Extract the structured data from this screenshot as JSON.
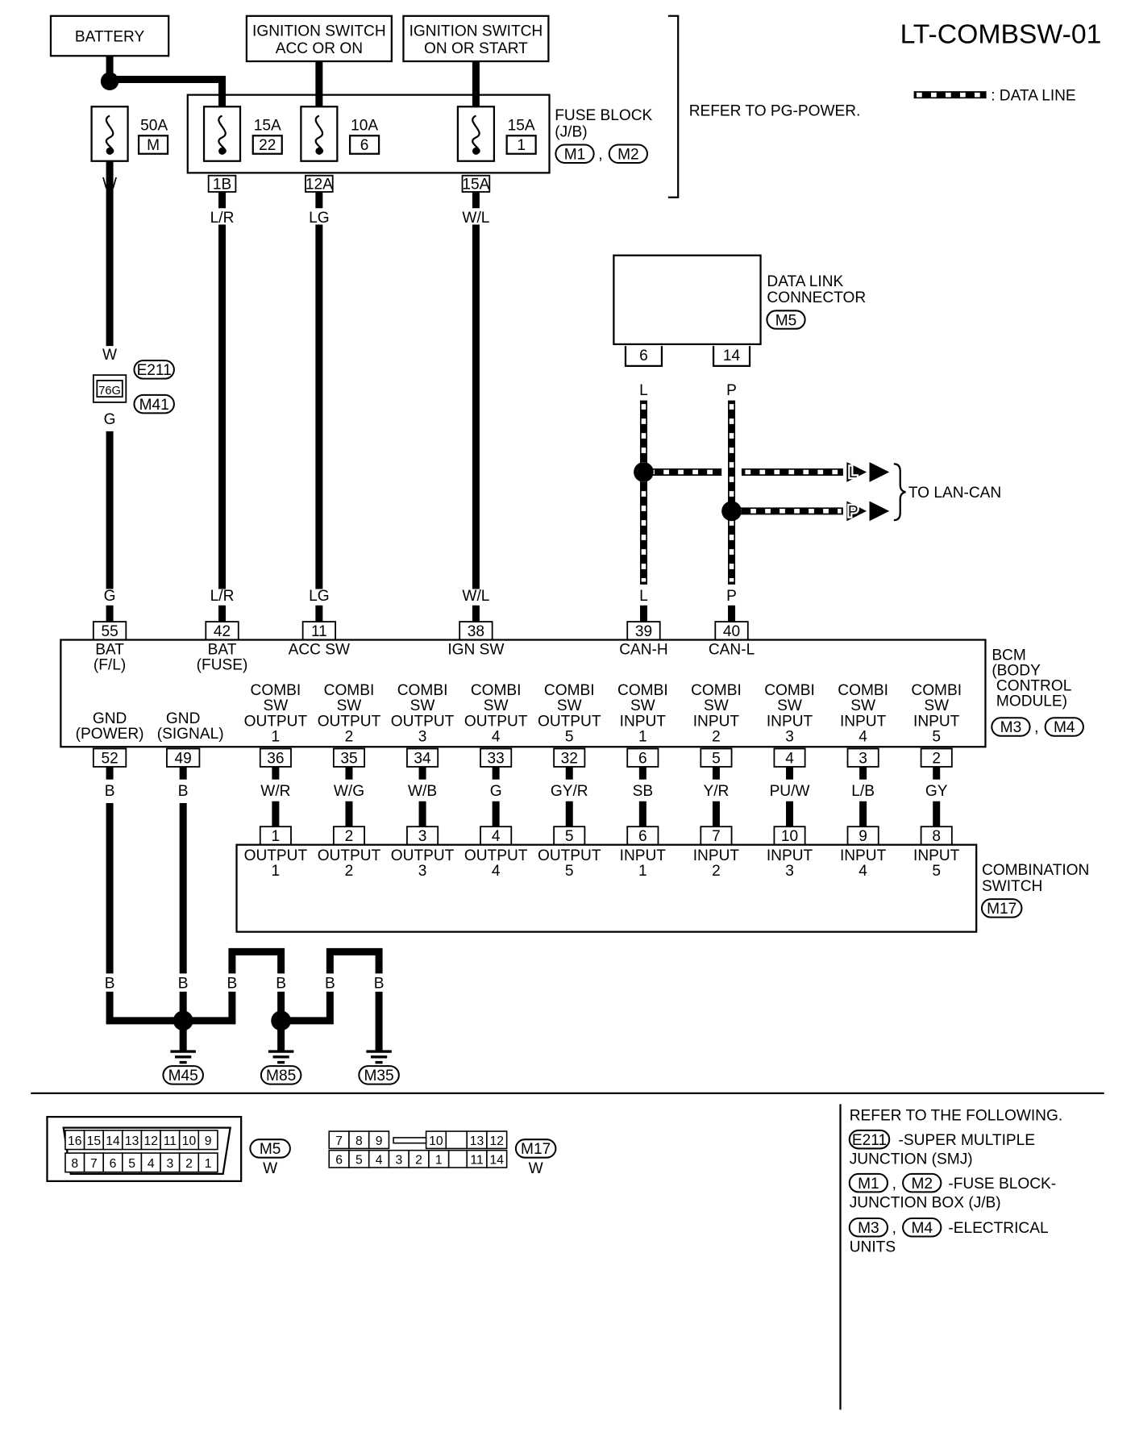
{
  "title": "LT-COMBSW-01",
  "legend": {
    "data_line": ": DATA LINE"
  },
  "power": {
    "battery": "BATTERY",
    "ign_acc": [
      "IGNITION SWITCH",
      "ACC OR ON"
    ],
    "ign_on": [
      "IGNITION SWITCH",
      "ON OR START"
    ],
    "refer": "REFER TO PG-POWER."
  },
  "fuse_block": {
    "label": [
      "FUSE BLOCK",
      "(J/B)"
    ],
    "connectors": [
      "M1",
      "M2"
    ]
  },
  "fuses": [
    {
      "amp": "50A",
      "id": "M",
      "terminal": "",
      "color_top": "W"
    },
    {
      "amp": "15A",
      "id": "22",
      "terminal": "1B",
      "color_top": "L/R"
    },
    {
      "amp": "10A",
      "id": "6",
      "terminal": "12A",
      "color_top": "LG"
    },
    {
      "amp": "15A",
      "id": "1",
      "terminal": "15A",
      "color_top": "W/L"
    }
  ],
  "smj": {
    "terminal": "76G",
    "connectors": [
      "E211",
      "M41"
    ],
    "color_in": "W",
    "color_out": "G"
  },
  "data_link": {
    "label": [
      "DATA LINK",
      "CONNECTOR"
    ],
    "connector": "M5",
    "pins": [
      "6",
      "14"
    ],
    "colors": [
      "L",
      "P"
    ]
  },
  "lan": {
    "to": "TO LAN-CAN",
    "lines": [
      "L",
      "P"
    ]
  },
  "bcm": {
    "label": [
      "BCM",
      "(BODY",
      "CONTROL",
      "MODULE)"
    ],
    "connectors": [
      "M3",
      "M4"
    ],
    "top_terminals": [
      {
        "pin": "55",
        "name": [
          "BAT",
          "(F/L)"
        ],
        "color": "G"
      },
      {
        "pin": "42",
        "name": [
          "BAT",
          "(FUSE)"
        ],
        "color": "L/R"
      },
      {
        "pin": "11",
        "name": [
          "ACC SW"
        ],
        "color": "LG"
      },
      {
        "pin": "38",
        "name": [
          "IGN SW"
        ],
        "color": "W/L"
      },
      {
        "pin": "39",
        "name": [
          "CAN-H"
        ],
        "color": "L"
      },
      {
        "pin": "40",
        "name": [
          "CAN-L"
        ],
        "color": "P"
      }
    ],
    "gnd_terminals": [
      {
        "pin": "52",
        "name": [
          "GND",
          "(POWER)"
        ],
        "color": "B"
      },
      {
        "pin": "49",
        "name": [
          "GND",
          "(SIGNAL)"
        ],
        "color": "B"
      }
    ],
    "combi_terminals": [
      {
        "pin": "36",
        "name": [
          "COMBI",
          "SW",
          "OUTPUT",
          "1"
        ],
        "color": "W/R"
      },
      {
        "pin": "35",
        "name": [
          "COMBI",
          "SW",
          "OUTPUT",
          "2"
        ],
        "color": "W/G"
      },
      {
        "pin": "34",
        "name": [
          "COMBI",
          "SW",
          "OUTPUT",
          "3"
        ],
        "color": "W/B"
      },
      {
        "pin": "33",
        "name": [
          "COMBI",
          "SW",
          "OUTPUT",
          "4"
        ],
        "color": "G"
      },
      {
        "pin": "32",
        "name": [
          "COMBI",
          "SW",
          "OUTPUT",
          "5"
        ],
        "color": "GY/R"
      },
      {
        "pin": "6",
        "name": [
          "COMBI",
          "SW",
          "INPUT",
          "1"
        ],
        "color": "SB"
      },
      {
        "pin": "5",
        "name": [
          "COMBI",
          "SW",
          "INPUT",
          "2"
        ],
        "color": "Y/R"
      },
      {
        "pin": "4",
        "name": [
          "COMBI",
          "SW",
          "INPUT",
          "3"
        ],
        "color": "PU/W"
      },
      {
        "pin": "3",
        "name": [
          "COMBI",
          "SW",
          "INPUT",
          "4"
        ],
        "color": "L/B"
      },
      {
        "pin": "2",
        "name": [
          "COMBI",
          "SW",
          "INPUT",
          "5"
        ],
        "color": "GY"
      }
    ]
  },
  "combination_switch": {
    "label": [
      "COMBINATION",
      "SWITCH"
    ],
    "connector": "M17",
    "terminals": [
      {
        "pin": "1",
        "name": [
          "OUTPUT",
          "1"
        ]
      },
      {
        "pin": "2",
        "name": [
          "OUTPUT",
          "2"
        ]
      },
      {
        "pin": "3",
        "name": [
          "OUTPUT",
          "3"
        ]
      },
      {
        "pin": "4",
        "name": [
          "OUTPUT",
          "4"
        ]
      },
      {
        "pin": "5",
        "name": [
          "OUTPUT",
          "5"
        ]
      },
      {
        "pin": "6",
        "name": [
          "INPUT",
          "1"
        ]
      },
      {
        "pin": "7",
        "name": [
          "INPUT",
          "2"
        ]
      },
      {
        "pin": "10",
        "name": [
          "INPUT",
          "3"
        ]
      },
      {
        "pin": "9",
        "name": [
          "INPUT",
          "4"
        ]
      },
      {
        "pin": "8",
        "name": [
          "INPUT",
          "5"
        ]
      }
    ]
  },
  "grounds": {
    "wire_colors": [
      "B",
      "B",
      "B",
      "B",
      "B",
      "B"
    ],
    "labels": [
      "M45",
      "M85",
      "M35"
    ]
  },
  "connector_views": {
    "m5": {
      "id": "M5",
      "color": "W",
      "top": [
        "16",
        "15",
        "14",
        "13",
        "12",
        "11",
        "10",
        "9"
      ],
      "bottom": [
        "8",
        "7",
        "6",
        "5",
        "4",
        "3",
        "2",
        "1"
      ]
    },
    "m17": {
      "id": "M17",
      "color": "W",
      "top": [
        "7",
        "8",
        "9",
        "10",
        "13",
        "12"
      ],
      "bottom": [
        "6",
        "5",
        "4",
        "3",
        "2",
        "1",
        "11",
        "14"
      ]
    }
  },
  "refer_following": {
    "header": "REFER TO THE FOLLOWING.",
    "items": [
      {
        "badges": [
          "E211"
        ],
        "text": [
          "-SUPER MULTIPLE",
          "JUNCTION (SMJ)"
        ]
      },
      {
        "badges": [
          "M1",
          "M2"
        ],
        "text": [
          "-FUSE BLOCK-",
          "JUNCTION BOX (J/B)"
        ]
      },
      {
        "badges": [
          "M3",
          "M4"
        ],
        "text": [
          "-ELECTRICAL",
          "UNITS"
        ]
      }
    ]
  }
}
